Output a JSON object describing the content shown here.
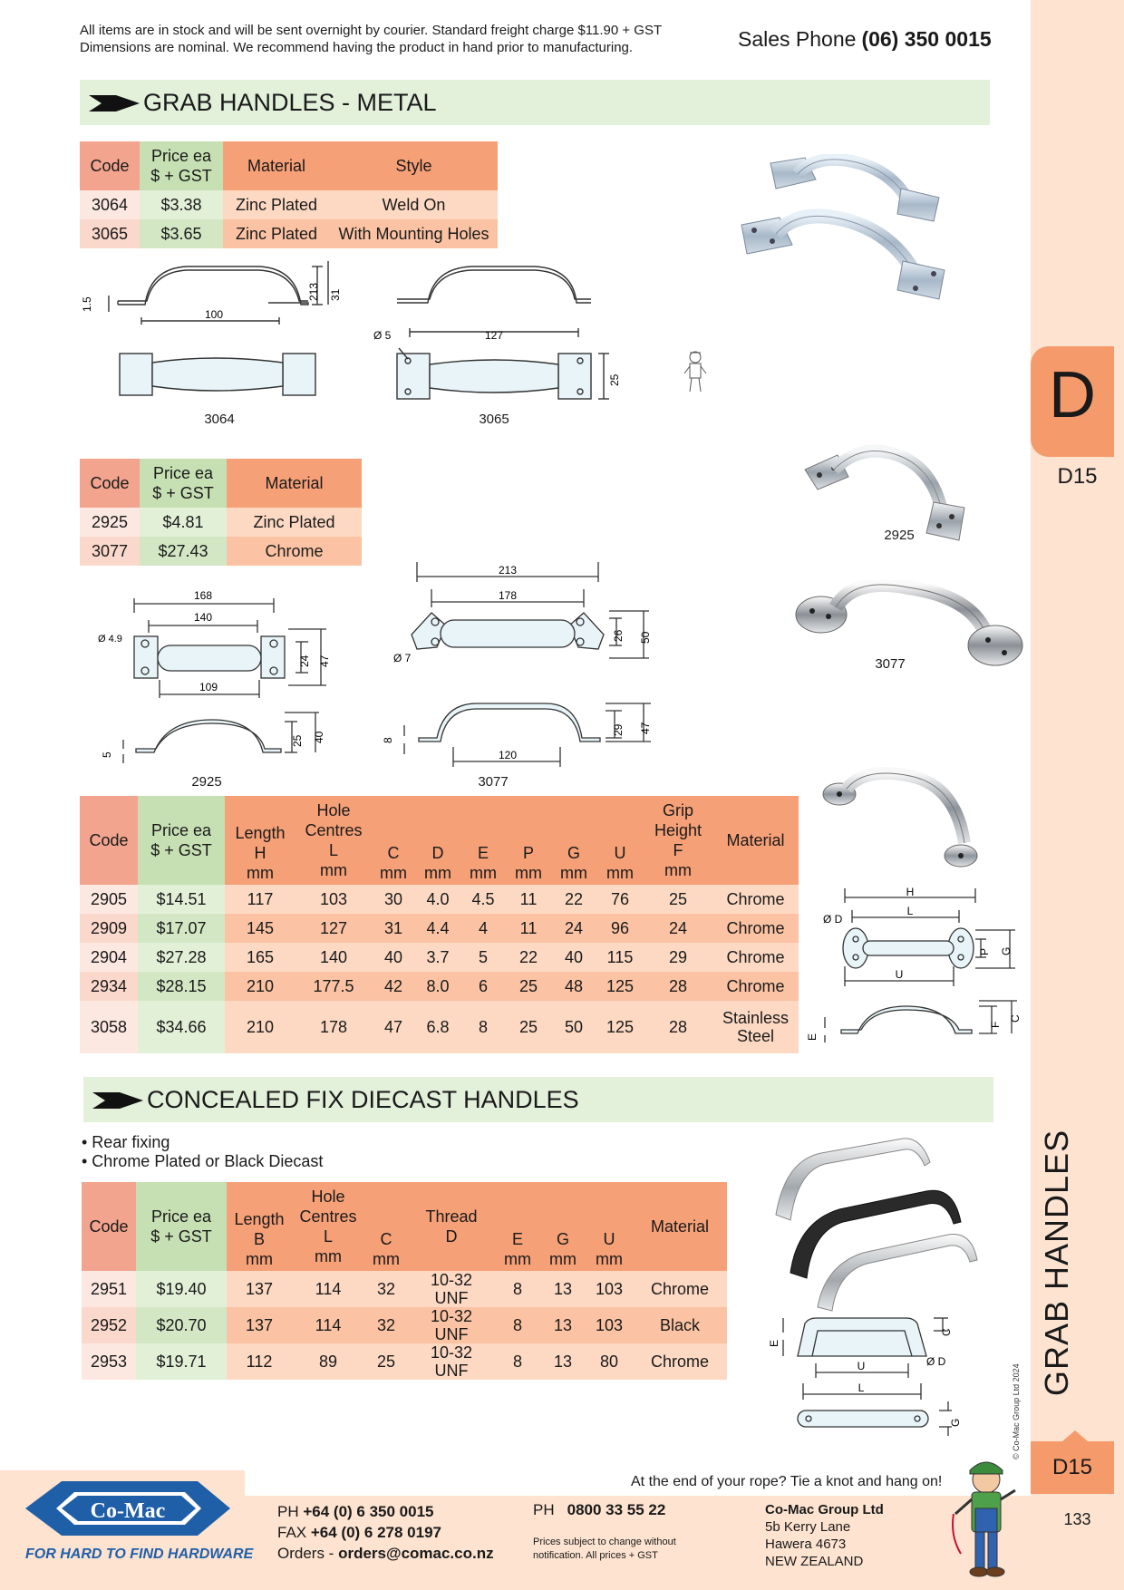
{
  "header": {
    "notice_line1": "All items are in stock and will be sent overnight by courier. Standard freight charge $11.90 + GST",
    "notice_line2": "Dimensions are nominal. We recommend having the product in hand prior to manufacturing.",
    "sales_label": "Sales Phone",
    "sales_phone": "(06) 350 0015"
  },
  "sidebar": {
    "tab_letter": "D",
    "page_code": "D15",
    "section_title": "GRAB HANDLES",
    "page_code_bottom": "D15",
    "page_number": "133",
    "copyright": "© Co-Mac Group Ltd 2024"
  },
  "section1": {
    "title": "GRAB HANDLES - METAL",
    "table1": {
      "headers": [
        "Code",
        "Price ea\n$ + GST",
        "Material",
        "Style"
      ],
      "rows": [
        [
          "3064",
          "$3.38",
          "Zinc Plated",
          "Weld On"
        ],
        [
          "3065",
          "$3.65",
          "Zinc Plated",
          "With Mounting Holes"
        ]
      ]
    },
    "fig_3064": {
      "label": "3064",
      "dims": [
        "1.5",
        "100",
        "213",
        "31"
      ]
    },
    "fig_3065": {
      "label": "3065",
      "dims": [
        "Ø 5",
        "127",
        "25"
      ]
    },
    "table2": {
      "headers": [
        "Code",
        "Price ea\n$ + GST",
        "Material"
      ],
      "rows": [
        [
          "2925",
          "$4.81",
          "Zinc Plated"
        ],
        [
          "3077",
          "$27.43",
          "Chrome"
        ]
      ]
    },
    "photo_2925_label": "2925",
    "photo_3077_label": "3077",
    "fig_2925": {
      "label": "2925",
      "dims": [
        "168",
        "140",
        "Ø 4.9",
        "24",
        "47",
        "109",
        "5",
        "25",
        "40"
      ]
    },
    "fig_3077": {
      "label": "3077",
      "dims": [
        "213",
        "178",
        "26",
        "50",
        "Ø 7",
        "8",
        "29",
        "47",
        "120"
      ]
    },
    "table3": {
      "headers": [
        "Code",
        "Price ea\n$ + GST",
        "Length\nH\nmm",
        "Hole\nCentres\nL\nmm",
        "C\nmm",
        "D\nmm",
        "E\nmm",
        "P\nmm",
        "G\nmm",
        "U\nmm",
        "Grip\nHeight\nF\nmm",
        "Material"
      ],
      "rows": [
        [
          "2905",
          "$14.51",
          "117",
          "103",
          "30",
          "4.0",
          "4.5",
          "11",
          "22",
          "76",
          "25",
          "Chrome"
        ],
        [
          "2909",
          "$17.07",
          "145",
          "127",
          "31",
          "4.4",
          "4",
          "11",
          "24",
          "96",
          "24",
          "Chrome"
        ],
        [
          "2904",
          "$27.28",
          "165",
          "140",
          "40",
          "3.7",
          "5",
          "22",
          "40",
          "115",
          "29",
          "Chrome"
        ],
        [
          "2934",
          "$28.15",
          "210",
          "177.5",
          "42",
          "8.0",
          "6",
          "25",
          "48",
          "125",
          "28",
          "Chrome"
        ],
        [
          "3058",
          "$34.66",
          "210",
          "178",
          "47",
          "6.8",
          "8",
          "25",
          "50",
          "125",
          "28",
          "Stainless\nSteel"
        ]
      ]
    },
    "fig_generic_dims": [
      "H",
      "L",
      "Ø D",
      "P",
      "G",
      "U",
      "E",
      "F",
      "C"
    ]
  },
  "section2": {
    "title": "CONCEALED FIX DIECAST HANDLES",
    "bullets": [
      "• Rear fixing",
      "• Chrome Plated or Black Diecast"
    ],
    "table": {
      "headers": [
        "Code",
        "Price ea\n$ + GST",
        "Length\nB\nmm",
        "Hole\nCentres\nL\nmm",
        "C\nmm",
        "Thread\nD",
        "E\nmm",
        "G\nmm",
        "U\nmm",
        "Material"
      ],
      "rows": [
        [
          "2951",
          "$19.40",
          "137",
          "114",
          "32",
          "10-32 UNF",
          "8",
          "13",
          "103",
          "Chrome"
        ],
        [
          "2952",
          "$20.70",
          "137",
          "114",
          "32",
          "10-32 UNF",
          "8",
          "13",
          "103",
          "Black"
        ],
        [
          "2953",
          "$19.71",
          "112",
          "89",
          "25",
          "10-32 UNF",
          "8",
          "13",
          "80",
          "Chrome"
        ]
      ]
    },
    "fig_dims": [
      "E",
      "C",
      "Ø D",
      "U",
      "L",
      "G"
    ]
  },
  "footer": {
    "tagline": "At the end of your rope?  Tie a knot and hang on!",
    "logo": "Co-Mac",
    "logo_tagline": "FOR HARD TO FIND HARDWARE",
    "ph_label": "PH",
    "ph": "+64 (0) 6 350 0015",
    "fax_label": "FAX",
    "fax": "+64 (0) 6 278 0197",
    "orders_label": "Orders -",
    "orders": "orders@comac.co.nz",
    "ph2_label": "PH",
    "ph2": "0800 33 55 22",
    "disclaimer1": "Prices subject to change without",
    "disclaimer2": "notification. All prices + GST",
    "company": "Co-Mac Group Ltd",
    "addr1": "5b Kerry Lane",
    "addr2": "Hawera 4673",
    "addr3": "NEW ZEALAND"
  }
}
